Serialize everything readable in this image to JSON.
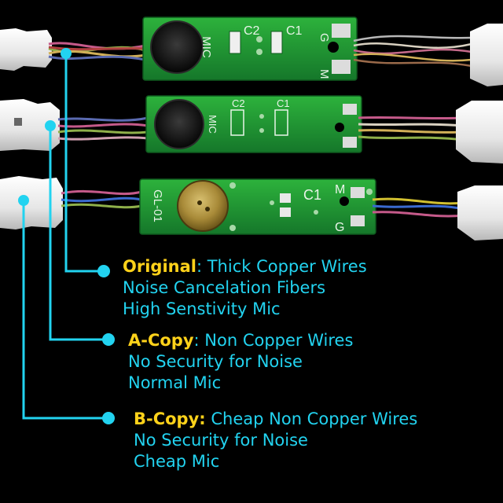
{
  "boards": [
    {
      "name": "Original",
      "silk": [
        "MIC",
        "C2",
        "C1",
        "G",
        "M"
      ]
    },
    {
      "name": "A-Copy",
      "silk": [
        "MIC",
        "C2",
        "C1"
      ]
    },
    {
      "name": "B-Copy",
      "silk": [
        "GL-01",
        "C1",
        "M",
        "G"
      ]
    }
  ],
  "annotations": [
    {
      "label": "Original",
      "sep": ": ",
      "lines": [
        "Thick Copper Wires",
        "Noise Cancelation Fibers",
        "High Senstivity Mic"
      ]
    },
    {
      "label": "A-Copy",
      "sep": ": ",
      "lines": [
        "Non Copper Wires",
        "No Security for Noise",
        "Normal Mic"
      ]
    },
    {
      "label": "B-Copy:",
      "sep": " ",
      "lines": [
        "Cheap Non Copper Wires",
        "No Security for Noise",
        "Cheap Mic"
      ]
    }
  ],
  "colors": {
    "label_highlight": "#ffd21a",
    "annotation_text": "#22d3f0",
    "pcb": "#1f9a2e",
    "background": "#000000"
  }
}
